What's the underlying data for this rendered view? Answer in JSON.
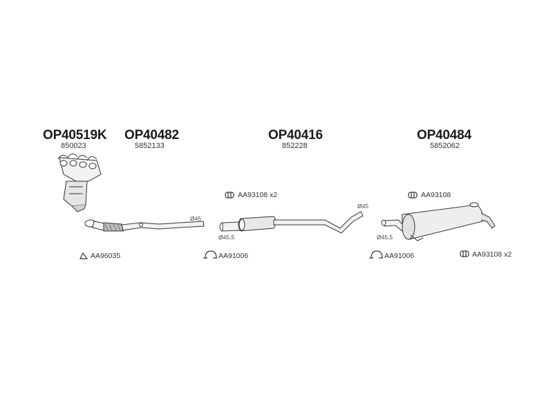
{
  "parts": [
    {
      "code": "OP40519K",
      "ref": "850023"
    },
    {
      "code": "OP40482",
      "ref": "5852133"
    },
    {
      "code": "OP40416",
      "ref": "852228"
    },
    {
      "code": "OP40484",
      "ref": "5852062"
    }
  ],
  "accessories": {
    "a1": "AA96035",
    "a2": "AA93108 x2",
    "a3": "AA91006",
    "a4": "AA93108",
    "a5": "AA91006",
    "a6": "AA93108 x2"
  },
  "dimensions": {
    "d1": "Ø45",
    "d2": "Ø45,5",
    "d3": "Ø45",
    "d4": "Ø45,5"
  },
  "colors": {
    "line": "#333333",
    "fill": "#f2f2f2",
    "shade": "#bdbdbd"
  }
}
